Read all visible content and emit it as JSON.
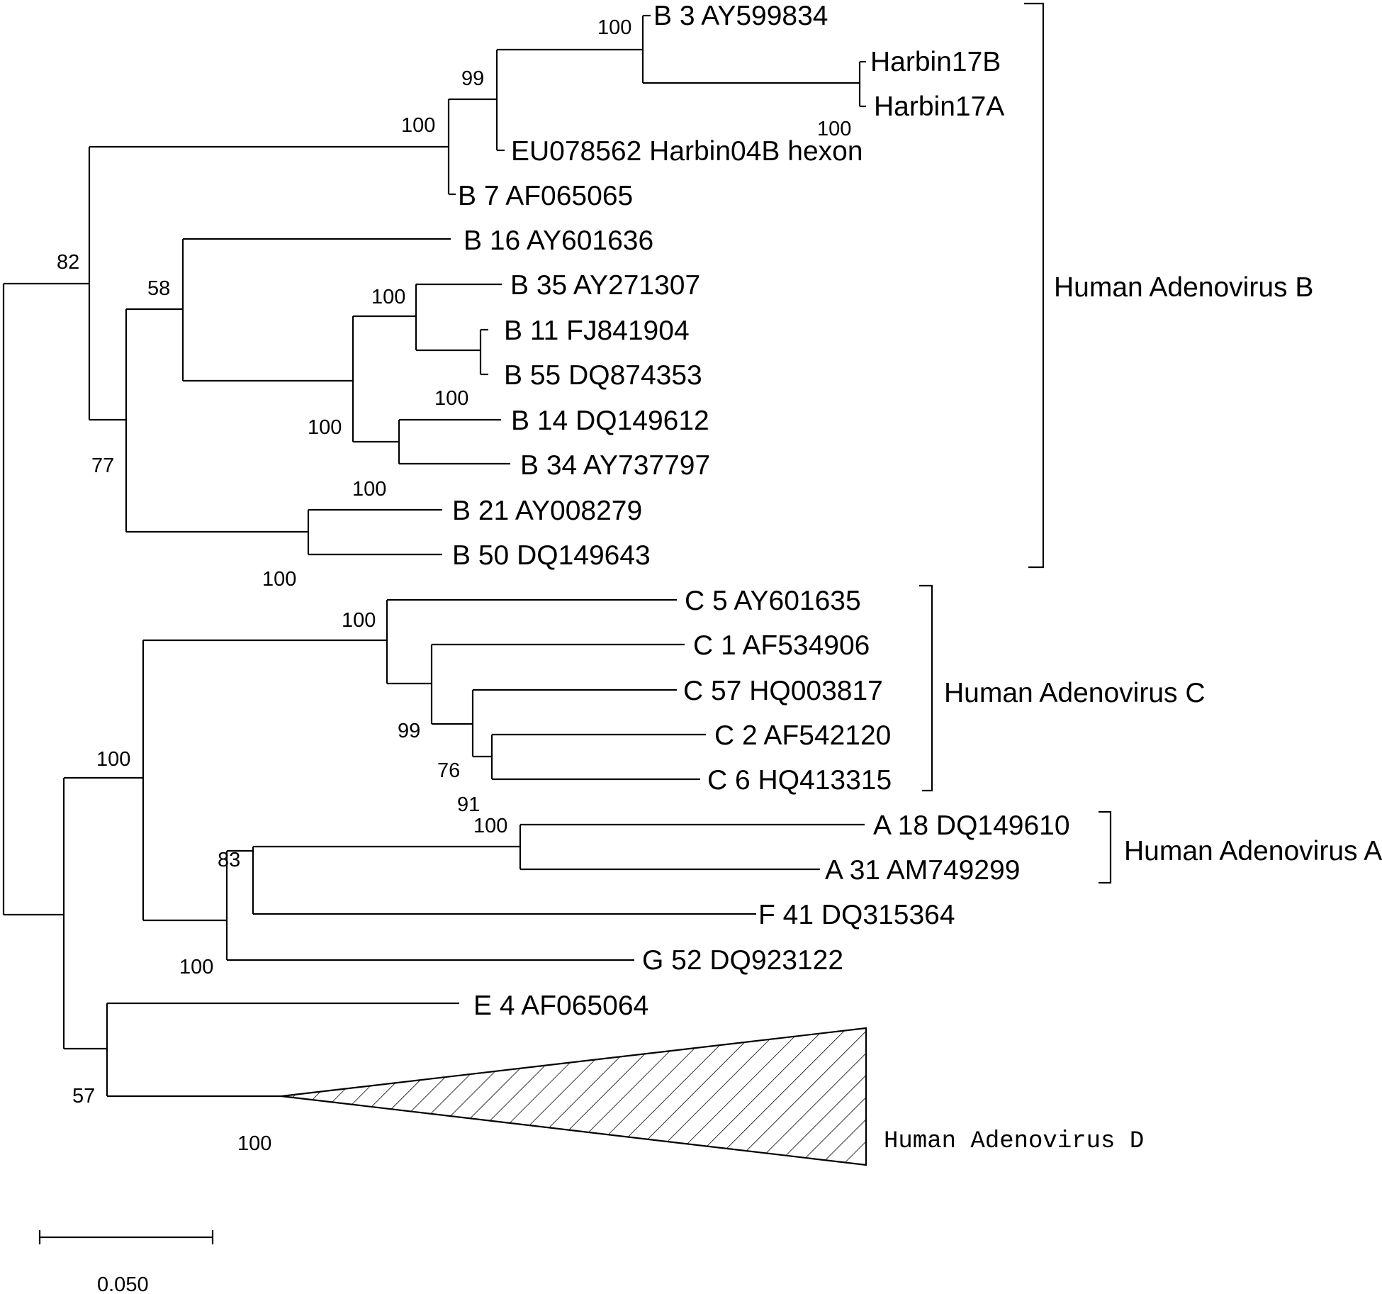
{
  "leaves": [
    {
      "id": "b3",
      "label": "B 3 AY599834"
    },
    {
      "id": "h17b",
      "label": "Harbin17B"
    },
    {
      "id": "h17a",
      "label": "Harbin17A"
    },
    {
      "id": "eu078562",
      "label": "EU078562 Harbin04B hexon"
    },
    {
      "id": "b7",
      "label": "B 7 AF065065"
    },
    {
      "id": "b16",
      "label": "B 16 AY601636"
    },
    {
      "id": "b35",
      "label": "B 35 AY271307"
    },
    {
      "id": "b11",
      "label": "B 11 FJ841904"
    },
    {
      "id": "b55",
      "label": "B 55 DQ874353"
    },
    {
      "id": "b14",
      "label": "B 14 DQ149612"
    },
    {
      "id": "b34",
      "label": "B 34 AY737797"
    },
    {
      "id": "b21",
      "label": "B 21 AY008279"
    },
    {
      "id": "b50",
      "label": "B 50 DQ149643"
    },
    {
      "id": "c5",
      "label": "C 5 AY601635"
    },
    {
      "id": "c1",
      "label": "C 1 AF534906"
    },
    {
      "id": "c57",
      "label": "C 57 HQ003817"
    },
    {
      "id": "c2",
      "label": "C 2 AF542120"
    },
    {
      "id": "c6",
      "label": "C 6 HQ413315"
    },
    {
      "id": "a18",
      "label": "A 18 DQ149610"
    },
    {
      "id": "a31",
      "label": "A 31 AM749299"
    },
    {
      "id": "f41",
      "label": "F 41 DQ315364"
    },
    {
      "id": "g52",
      "label": "G 52 DQ923122"
    },
    {
      "id": "e4",
      "label": "E 4 AF065064"
    }
  ],
  "bootstrap": [
    {
      "node": "b3-harbin17",
      "value": "100"
    },
    {
      "node": "harbin17",
      "value": "100"
    },
    {
      "node": "b3-eu078562",
      "value": "99"
    },
    {
      "node": "b3-b7",
      "value": "100"
    },
    {
      "node": "clade-b",
      "value": "82"
    },
    {
      "node": "b16-b34",
      "value": "58"
    },
    {
      "node": "b35-b55",
      "value": "100"
    },
    {
      "node": "b35-b34",
      "value": "100"
    },
    {
      "node": "b14-b34",
      "value": "100"
    },
    {
      "node": "b-lower",
      "value": "77"
    },
    {
      "node": "b21-b50-top",
      "value": "100"
    },
    {
      "node": "b21-b50-bottom",
      "value": "100"
    },
    {
      "node": "clade-c",
      "value": "100"
    },
    {
      "node": "c1-c6",
      "value": "99"
    },
    {
      "node": "c57-c6",
      "value": "76"
    },
    {
      "node": "c2-c6",
      "value": "91"
    },
    {
      "node": "c-afg",
      "value": "100"
    },
    {
      "node": "a18-a31",
      "value": "100"
    },
    {
      "node": "a-f",
      "value": "83"
    },
    {
      "node": "a-f-g",
      "value": "100"
    },
    {
      "node": "e-d",
      "value": "57"
    },
    {
      "node": "clade-d",
      "value": "100"
    }
  ],
  "groups": [
    {
      "id": "hadv-b",
      "label": "Human Adenovirus B"
    },
    {
      "id": "hadv-c",
      "label": "Human Adenovirus C"
    },
    {
      "id": "hadv-a",
      "label": "Human Adenovirus A"
    },
    {
      "id": "hadv-d",
      "label": "Human Adenovirus D"
    }
  ],
  "scale_bar": {
    "value": 0.05,
    "label": "0.050"
  }
}
